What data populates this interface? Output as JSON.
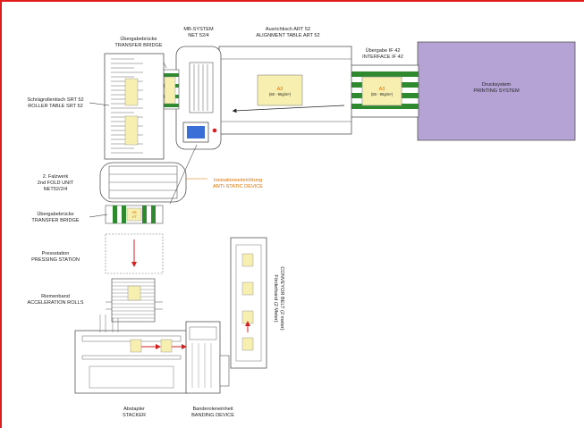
{
  "colors": {
    "frame": "#e21b1b",
    "belt": "#2f8a2f",
    "paper": "#f6efb0",
    "printing_system": "#b5a3d6",
    "antistatic": "#e07000",
    "flow_arrow": "#d42020",
    "panel_blue": "#3a6fd8"
  },
  "labels": {
    "transfer_bridge_top": [
      "Übergabebrücke",
      "TRANSFER BRIDGE"
    ],
    "mb_system": [
      "MB-SYSTEM",
      "NET 52/4"
    ],
    "alignment_table": [
      "Ausrichtisch ART 52",
      "ALIGNMENT TABLE ART 52"
    ],
    "interface": [
      "Übergabe IF 42",
      "INTERFACE IF 42"
    ],
    "printing_system": [
      "Drucksystem",
      "PRINTING SYSTEM"
    ],
    "roller_table": [
      "Schrägrollentisch SRT 52",
      "ROLLER TABLE SRT 52"
    ],
    "fold_unit": [
      "2. Falzwerk",
      "2nd FOLD UNIT",
      "NET52/2/4"
    ],
    "antistatic": [
      "Ionisationseinrichtung",
      "ANTI-STATIC DEVICE"
    ],
    "transfer_bridge_bottom": [
      "Übergabebrücke",
      "TRANSFER BRIDGE"
    ],
    "pressing_station": [
      "Pressstation",
      "PRESSING STATION"
    ],
    "acceleration_rolls": [
      "Riemenband",
      "ACCELERATION ROLLS"
    ],
    "conveyor_belt": [
      "Förderband (2 Meter)",
      "CONVEYOR BELT (2 meter)"
    ],
    "stacker": [
      "Abstapler",
      "STACKER"
    ],
    "banding_device": [
      "Banderoleneinheit",
      "BANDING DEVICE"
    ]
  },
  "sheets": {
    "alignment_sheet": [
      "A3",
      "(80 - 90g/m²)"
    ],
    "interface_sheet": [
      "A3",
      "(80 - 90g/m²)"
    ],
    "bridge_sheet": [
      "A6",
      "A7"
    ]
  }
}
